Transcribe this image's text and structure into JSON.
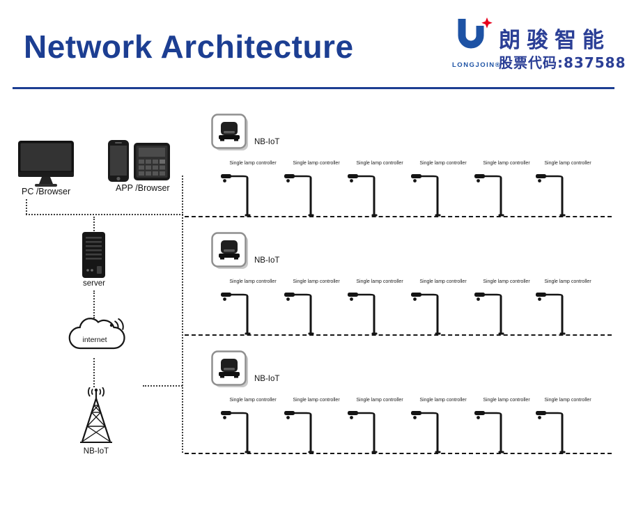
{
  "header": {
    "title": "Network Architecture",
    "logo": {
      "letter": "U",
      "brand": "LONGJOIN®",
      "company_cn": "朗骏智能",
      "stock_code": "股票代码:837588"
    }
  },
  "devices": {
    "pc_label": "PC /Browser",
    "app_label": "APP /Browser",
    "server_label": "server",
    "internet_label": "internet",
    "nbiot_tower_label": "NB-IoT"
  },
  "rows": [
    {
      "gateway_label": "NB-IoT",
      "lamps": [
        "Single lamp controller",
        "Single lamp controller",
        "Single lamp controller",
        "Single lamp controller",
        "Single lamp controller",
        "Single lamp controller"
      ]
    },
    {
      "gateway_label": "NB-IoT",
      "lamps": [
        "Single lamp controller",
        "Single lamp controller",
        "Single lamp controller",
        "Single lamp controller",
        "Single lamp controller",
        "Single lamp controller"
      ]
    },
    {
      "gateway_label": "NB-IoT",
      "lamps": [
        "Single lamp controller",
        "Single lamp controller",
        "Single lamp controller",
        "Single lamp controller",
        "Single lamp controller",
        "Single lamp controller"
      ]
    }
  ],
  "colors": {
    "accent_blue": "#1c3e92",
    "logo_blue": "#1d52a4",
    "star_red": "#e8001c",
    "line_dark": "#161616"
  }
}
